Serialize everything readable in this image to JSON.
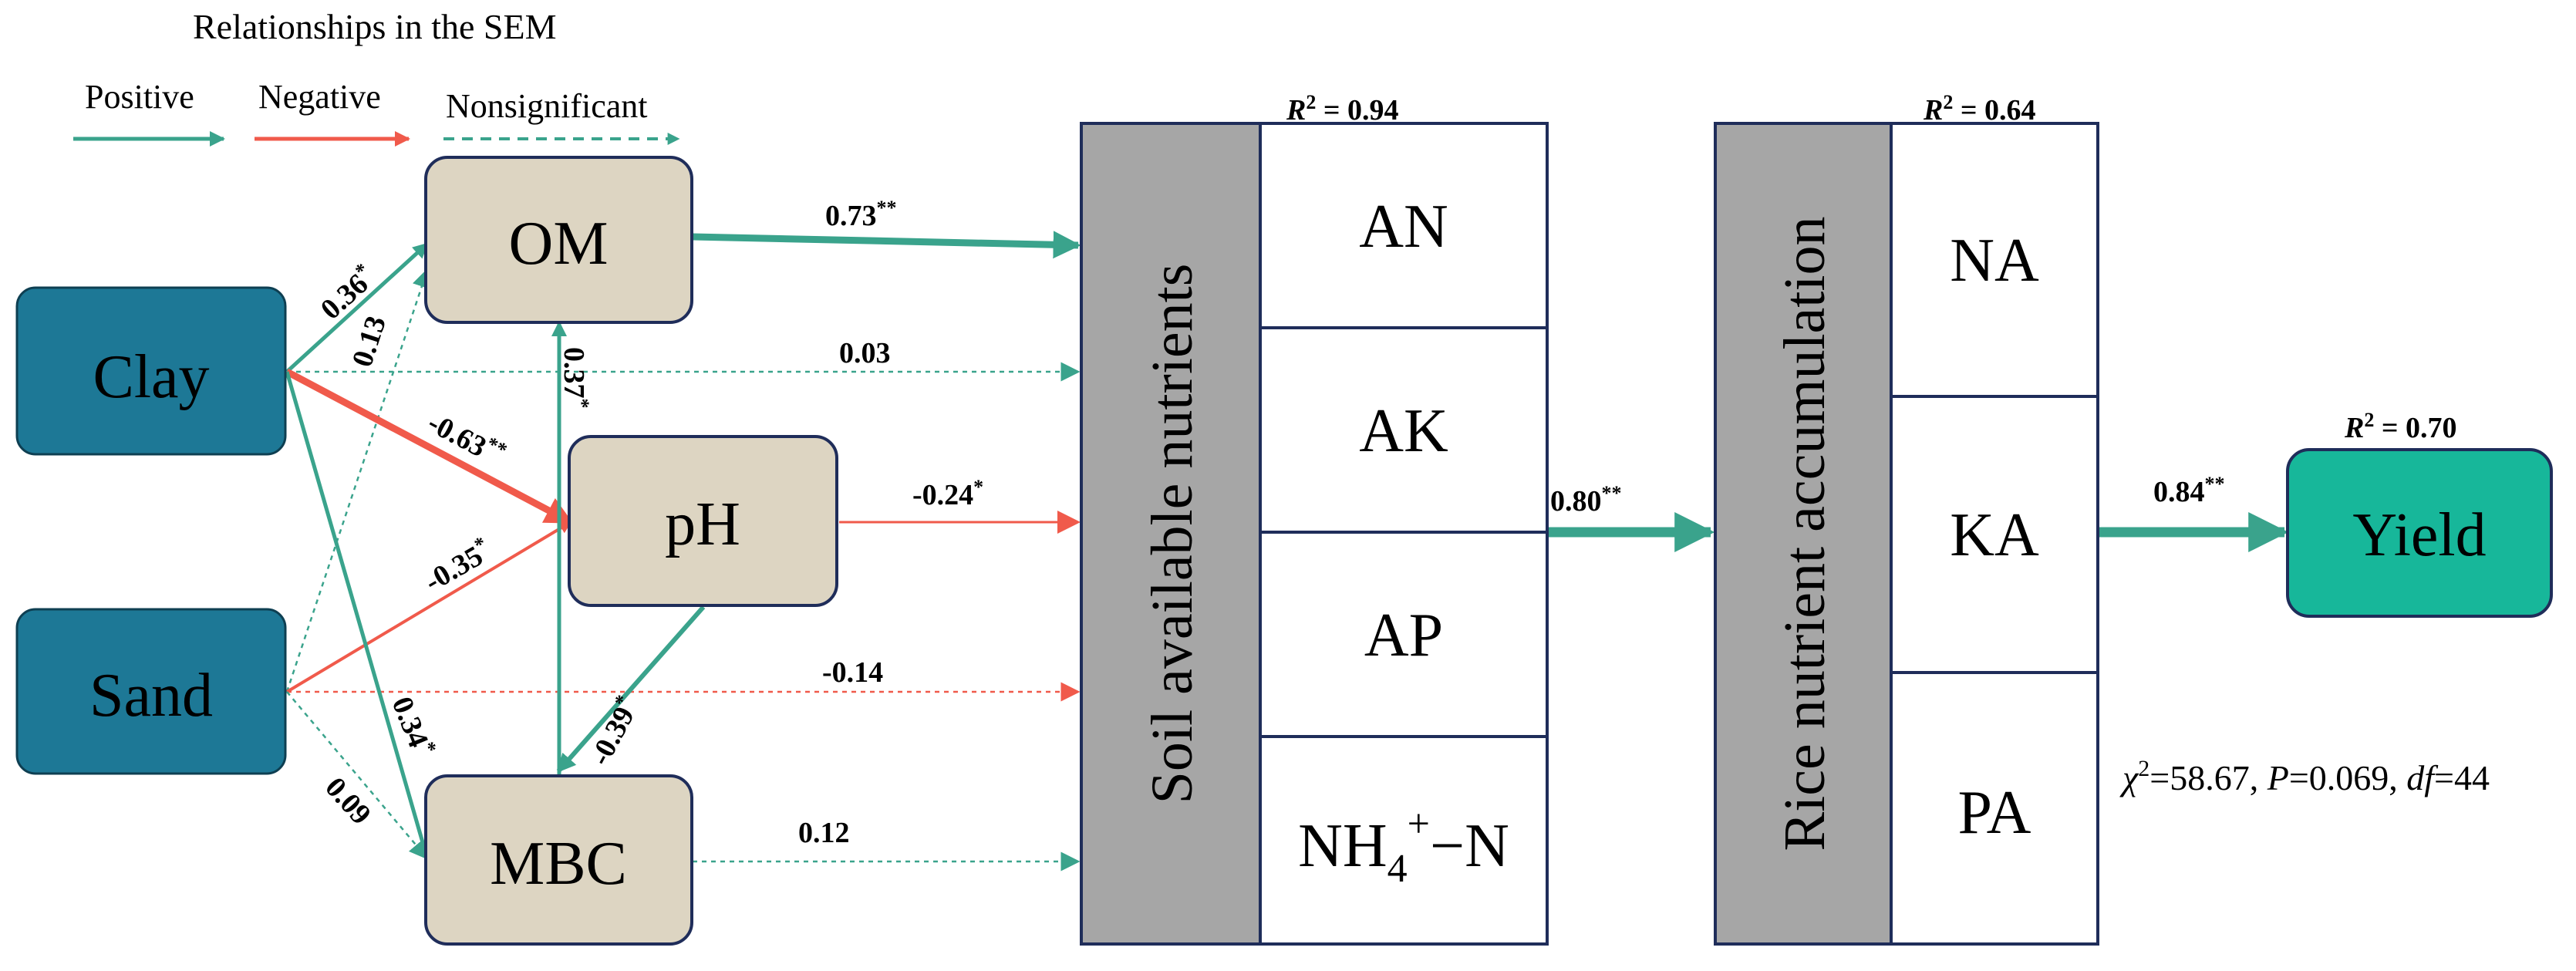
{
  "title": "Relationships in the SEM",
  "legend": {
    "positive": "Positive",
    "negative": "Negative",
    "nonsignificant": "Nonsignificant"
  },
  "colors": {
    "positive": "#3aa38c",
    "negative": "#f05a4b",
    "nonsig_pos": "#3aa38c",
    "nonsig_neg": "#f05a4b",
    "soil_box": "#1d7896",
    "mediator_box": "#ddd5c2",
    "yield_box": "#17b79a",
    "panel_grey": "#a6a6a6",
    "panel_border": "#1f2d5a"
  },
  "nodes": {
    "clay": "Clay",
    "sand": "Sand",
    "om": "OM",
    "ph": "pH",
    "mbc": "MBC",
    "yield": "Yield"
  },
  "soil_panel": {
    "label": "Soil available nutrients",
    "r2_label": "R",
    "r2_sup": "2",
    "r2_value": " = 0.94",
    "items": [
      "AN",
      "AK",
      "AP"
    ],
    "nh4": {
      "base": "NH",
      "sub": "4",
      "sup": "+",
      "tail": "−N"
    }
  },
  "rice_panel": {
    "label": "Rice nutrient accumulation",
    "r2_label": "R",
    "r2_sup": "2",
    "r2_value": " = 0.64",
    "items": [
      "NA",
      "KA",
      "PA"
    ]
  },
  "yield_r2": {
    "label": "R",
    "sup": "2",
    "value": " = 0.70"
  },
  "paths": {
    "om_soil": {
      "value": "0.73",
      "sig": "**"
    },
    "clay_soil": {
      "value": "0.03",
      "sig": ""
    },
    "ph_soil": {
      "value": "-0.24",
      "sig": "*"
    },
    "sand_soil": {
      "value": "-0.14",
      "sig": ""
    },
    "mbc_soil": {
      "value": "0.12",
      "sig": ""
    },
    "clay_om": {
      "value": "0.36",
      "sig": "*"
    },
    "sand_om": {
      "value": "0.13",
      "sig": ""
    },
    "clay_ph": {
      "value": "-0.63",
      "sig": "**"
    },
    "sand_ph": {
      "value": "-0.35",
      "sig": "*"
    },
    "mbc_om": {
      "value": "0.37",
      "sig": "*"
    },
    "ph_mbc": {
      "value": "-0.39",
      "sig": "*"
    },
    "clay_mbc": {
      "value": "0.34",
      "sig": "*"
    },
    "sand_mbc": {
      "value": "0.09",
      "sig": ""
    },
    "soil_rice": {
      "value": "0.80",
      "sig": "**"
    },
    "rice_yield": {
      "value": "0.84",
      "sig": "**"
    }
  },
  "fit": {
    "chi": "χ",
    "chi_sup": "2",
    "chi_val": "=58.67, ",
    "p_label": "P",
    "p_val": "=0.069, ",
    "df_label": "df",
    "df_val": "=44"
  }
}
